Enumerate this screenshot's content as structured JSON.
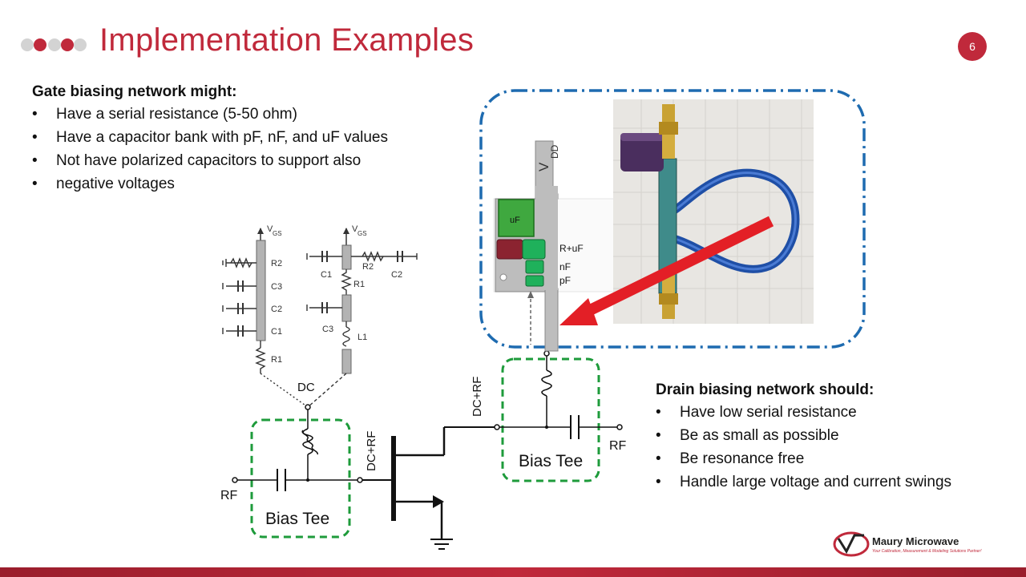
{
  "header": {
    "title": "Implementation Examples",
    "page_number": "6",
    "accent_color": "#c0293b"
  },
  "gate": {
    "heading": "Gate biasing network might:",
    "bullets": [
      "Have a serial resistance (5-50 ohm)",
      "Have a capacitor bank with pF, nF, and uF values",
      "Not have polarized capacitors to support also",
      "negative voltages"
    ]
  },
  "drain": {
    "heading": "Drain biasing network should:",
    "bullets": [
      "Have low serial resistance",
      "Be as small as possible",
      "Be resonance free",
      "Handle large voltage and current swings"
    ]
  },
  "left_schematic": {
    "vgs": "V",
    "vgs_sub": "GS",
    "labels": [
      "R2",
      "C3",
      "C2",
      "C1",
      "R1"
    ]
  },
  "mid_schematic": {
    "vgs": "V",
    "vgs_sub": "GS",
    "labels": [
      "R2",
      "C1",
      "C2",
      "R1",
      "C3",
      "L1"
    ]
  },
  "circuit": {
    "dc_label": "DC",
    "dcrf_left": "DC+RF",
    "dcrf_right": "DC+RF",
    "rf_left": "RF",
    "rf_right": "RF",
    "bias_tee_left": "Bias Tee",
    "bias_tee_right": "Bias Tee"
  },
  "pcb": {
    "vdd": "V",
    "vdd_sub": "DD",
    "uf": "uF",
    "r_uf": "R+uF",
    "nf": "nF",
    "pf": "pF"
  },
  "logo": {
    "name": "Maury Microwave",
    "tagline": "Your Calibration, Measurement & Modeling Solutions Partner!"
  }
}
